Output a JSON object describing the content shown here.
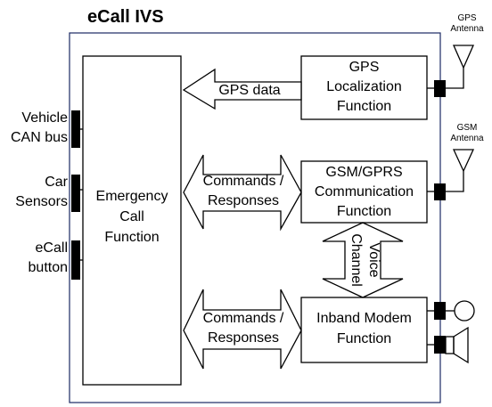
{
  "title": "eCall IVS",
  "inputs": {
    "vehicle_can": [
      "Vehicle",
      "CAN bus"
    ],
    "car_sensors": [
      "Car",
      "Sensors"
    ],
    "ecall_button": [
      "eCall",
      "button"
    ]
  },
  "blocks": {
    "emergency": [
      "Emergency",
      "Call",
      "Function"
    ],
    "gps": [
      "GPS",
      "Localization",
      "Function"
    ],
    "gsm": [
      "GSM/GPRS",
      "Communication",
      "Function"
    ],
    "modem": [
      "Inband Modem",
      "Function"
    ]
  },
  "arrows": {
    "gps_data": "GPS data",
    "commands_1": [
      "Commands /",
      "Responses"
    ],
    "commands_2": [
      "Commands /",
      "Responses"
    ],
    "voice_channel": [
      "Voice",
      "Channel"
    ]
  },
  "antennas": {
    "gps": [
      "GPS",
      "Antenna"
    ],
    "gsm": [
      "GSM",
      "Antenna"
    ]
  }
}
